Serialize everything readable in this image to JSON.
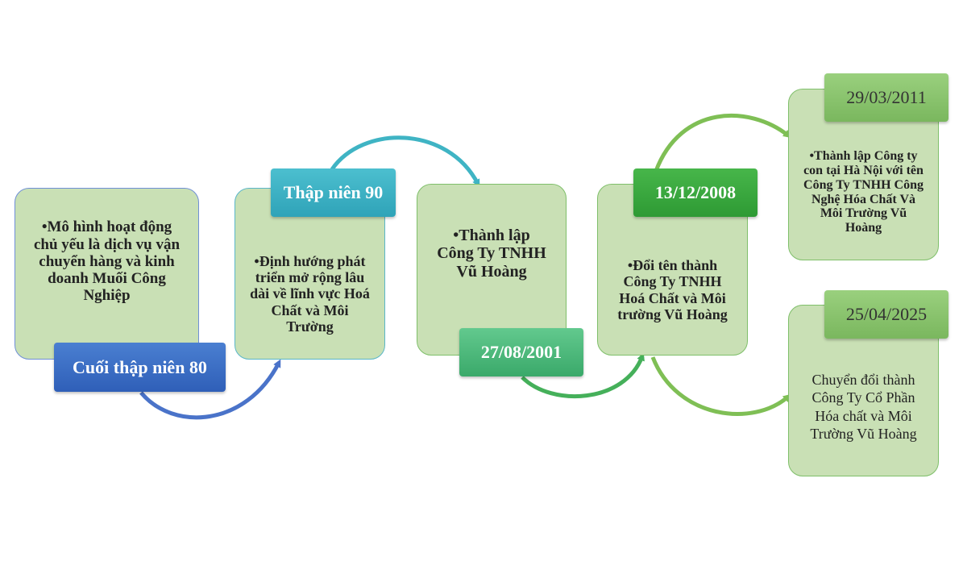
{
  "colors": {
    "card_fill": "#c9e0b5",
    "tag_blue": "#3a6cc4",
    "tag_teal": "#36aec1",
    "tag_green": "#4cb87a",
    "tag_darkgreen": "#3aa83f",
    "tag_lightgreen": "#8dc46f"
  },
  "nodes": [
    {
      "date": "Cuối thập niên 80",
      "text": "•Mô hình hoạt động chủ yếu là dịch vụ vận chuyển hàng và kinh doanh Muối Công Nghiệp"
    },
    {
      "date": "Thập niên 90",
      "text": "•Định hướng phát triển mở rộng lâu dài về lĩnh vực Hoá Chất và Môi Trường"
    },
    {
      "date": "27/08/2001",
      "text": "•Thành lập Công Ty TNHH Vũ Hoàng"
    },
    {
      "date": "13/12/2008",
      "text": "•Đổi tên thành Công Ty TNHH Hoá Chất và Môi trường Vũ Hoàng"
    },
    {
      "date": "29/03/2011",
      "text": "•Thành lập Công ty con tại Hà Nội với tên Công Ty TNHH Công Nghệ Hóa Chất Và Môi Trường Vũ Hoàng"
    },
    {
      "date": "25/04/2025",
      "text": "Chuyển đổi thành Công Ty Cổ Phần Hóa chất và Môi Trường Vũ Hoàng"
    }
  ]
}
